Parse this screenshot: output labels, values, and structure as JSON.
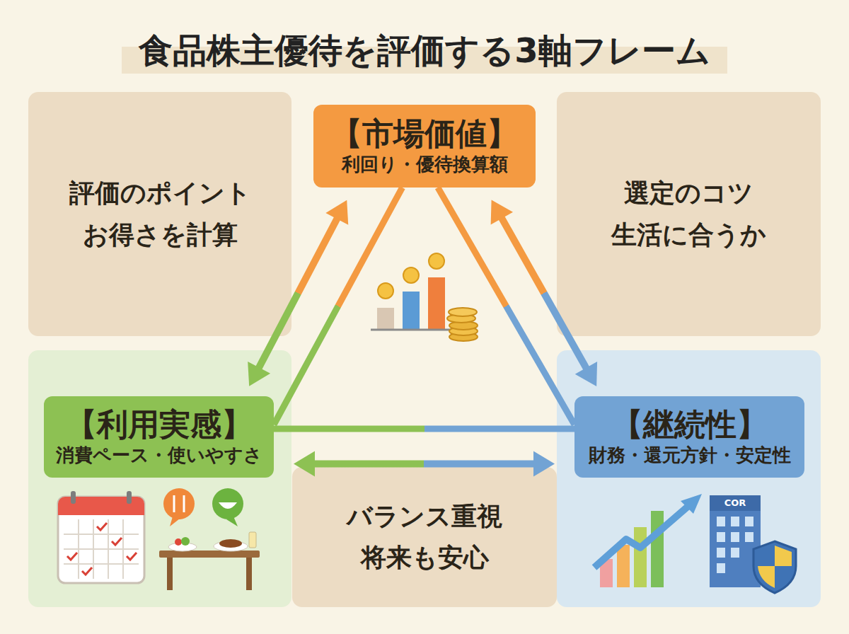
{
  "diagram": {
    "title": "食品株主優待を評価する3軸フレーム",
    "nodes": [
      {
        "text": [
          "評価のポイント お得さを計算"
        ]
      },
      {
        "text": [
          "【市場価値】",
          "利回り・優待換算額"
        ]
      },
      {
        "text": [
          "選定のコツ 生活に合うか"
        ]
      },
      {
        "text": [
          "【利用実感】",
          "消費ペース・使いやすさ"
        ]
      },
      {
        "text": [
          "バランス重視 将来も安心"
        ]
      },
      {
        "text": [
          "【継続性】",
          "財務・還元方針・安定性"
        ]
      }
    ],
    "edges": [
      {
        "from": 1,
        "to": 3,
        "arrow": "both"
      },
      {
        "from": 1,
        "to": 5,
        "arrow": "both"
      },
      {
        "from": 1,
        "to": 3,
        "arrow": "none"
      },
      {
        "from": 1,
        "to": 5,
        "arrow": "none"
      },
      {
        "from": 3,
        "to": 5,
        "arrow": "none"
      },
      {
        "from": 3,
        "to": 5,
        "arrow": "both"
      }
    ],
    "labels": [
      "COR"
    ]
  }
}
